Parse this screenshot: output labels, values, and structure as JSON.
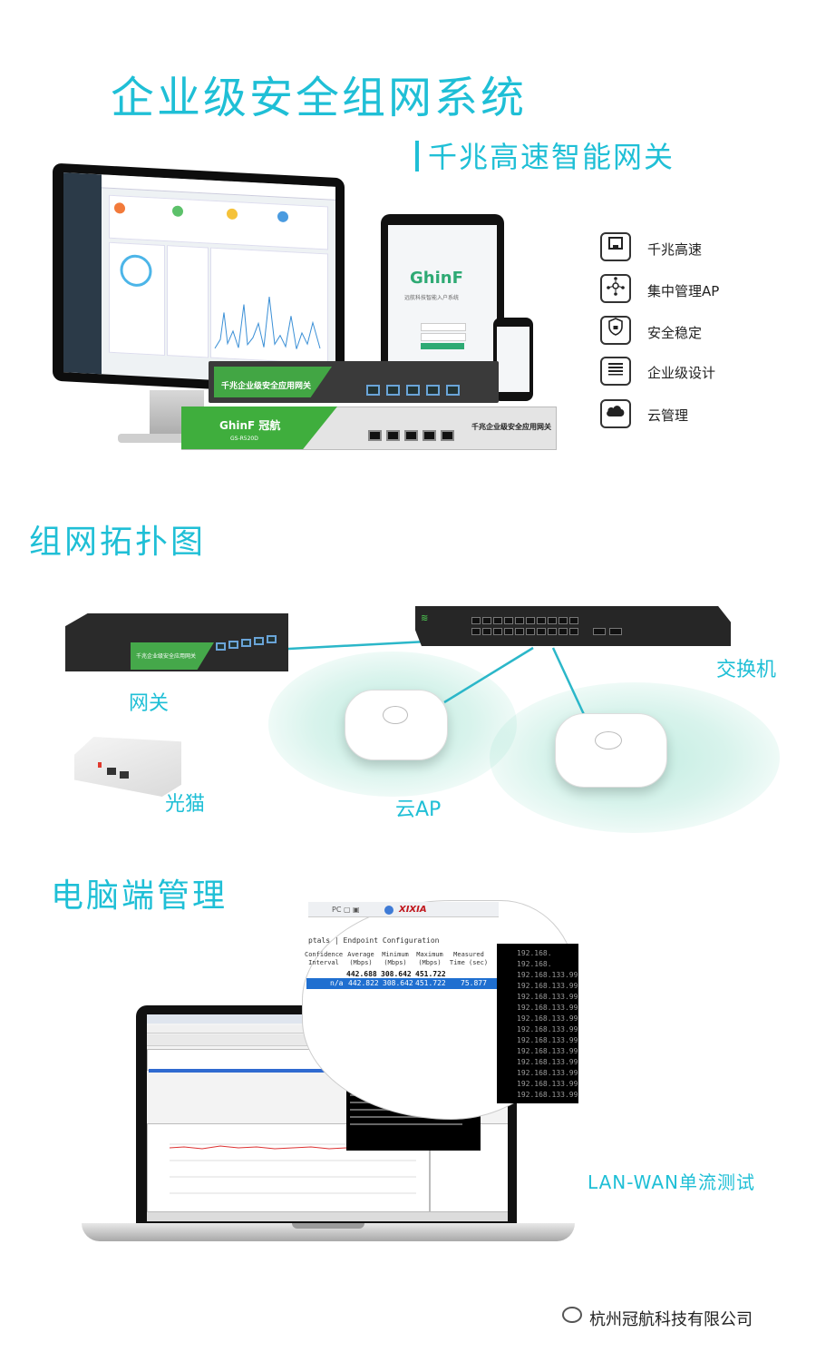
{
  "header": {
    "main_title": "企业级安全组网系统",
    "subtitle": "千兆高速智能网关"
  },
  "devices": {
    "tablet_logo": "GhinF",
    "tablet_caption": "远航科技智能入户系统",
    "router1_label": "千兆企业级安全应用网关",
    "router2_brand": "GhinF 冠航",
    "router2_model": "GS-R520D",
    "router2_label": "千兆企业级安全应用网关"
  },
  "features": [
    {
      "icon": "ethernet-port-icon",
      "label": "千兆高速"
    },
    {
      "icon": "network-nodes-icon",
      "label": "集中管理AP"
    },
    {
      "icon": "shield-icon",
      "label": "安全稳定"
    },
    {
      "icon": "server-rack-icon",
      "label": "企业级设计"
    },
    {
      "icon": "cloud-icon",
      "label": "云管理"
    }
  ],
  "topology": {
    "title": "组网拓扑图",
    "gateway": "网关",
    "switch": "交换机",
    "modem": "光猫",
    "cloud_ap": "云AP"
  },
  "pc_management": {
    "title": "电脑端管理",
    "test_label": "LAN-WAN单流测试",
    "bubble": {
      "tab": "ptals | Endpoint Configuration",
      "brand": "XIXIA",
      "headers": [
        "Confidence Interval",
        "Average (Mbps)",
        "Minimum (Mbps)",
        "Maximum (Mbps)",
        "Measured Time (sec)"
      ],
      "row1": [
        "442.688",
        "308.642",
        "451.722"
      ],
      "row2": [
        "n/a",
        "442.822",
        "308.642",
        "451.722",
        "75.877"
      ],
      "ip_lines": [
        "192.168.",
        "192.168.",
        "192.168.133.99",
        "192.168.133.99",
        "192.168.133.99",
        "192.168.133.99",
        "192.168.133.99",
        "192.168.133.99",
        "192.168.133.99",
        "192.168.133.99",
        "192.168.133.99",
        "192.168.133.99",
        "192.168.133.99",
        "192.168.133.99"
      ]
    }
  },
  "footer": {
    "company": "杭州冠航科技有限公司"
  },
  "colors": {
    "accent": "#1fbfd6",
    "brand_green": "#3fae3d"
  }
}
